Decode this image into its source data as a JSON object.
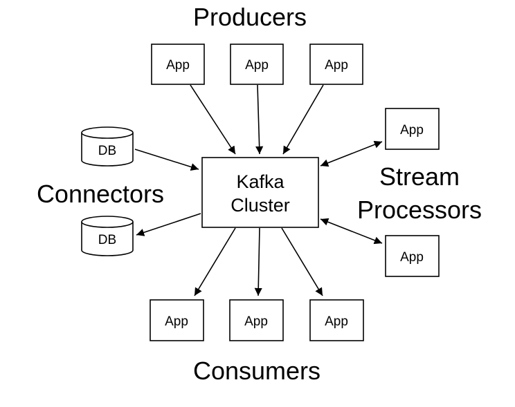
{
  "diagram": {
    "group_labels": {
      "producers": "Producers",
      "consumers": "Consumers",
      "connectors": "Connectors",
      "stream_line1": "Stream",
      "stream_line2": "Processors"
    },
    "core": {
      "line1": "Kafka",
      "line2": "Cluster"
    },
    "producers": [
      {
        "label": "App"
      },
      {
        "label": "App"
      },
      {
        "label": "App"
      }
    ],
    "consumers": [
      {
        "label": "App"
      },
      {
        "label": "App"
      },
      {
        "label": "App"
      }
    ],
    "stream_processors": [
      {
        "label": "App"
      },
      {
        "label": "App"
      }
    ],
    "connectors": [
      {
        "label": "DB"
      },
      {
        "label": "DB"
      }
    ]
  }
}
